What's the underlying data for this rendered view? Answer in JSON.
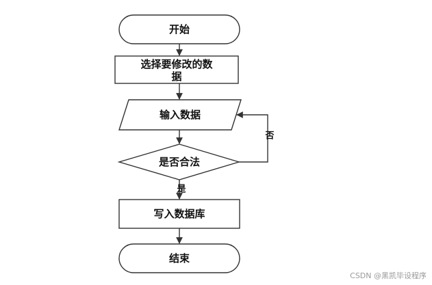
{
  "nodes": {
    "start": "开始",
    "select_line1": "选择要修改的数",
    "select_line2": "据",
    "input": "输入数据",
    "decision": "是否合法",
    "write": "写入数据库",
    "end": "结束"
  },
  "edges": {
    "yes_label": "是",
    "no_label": "否"
  },
  "watermark": "CSDN @黑凯毕设程序",
  "colors": {
    "stroke": "#333333",
    "text": "#111111",
    "background": "#ffffff",
    "watermark": "#9a9a9a"
  }
}
